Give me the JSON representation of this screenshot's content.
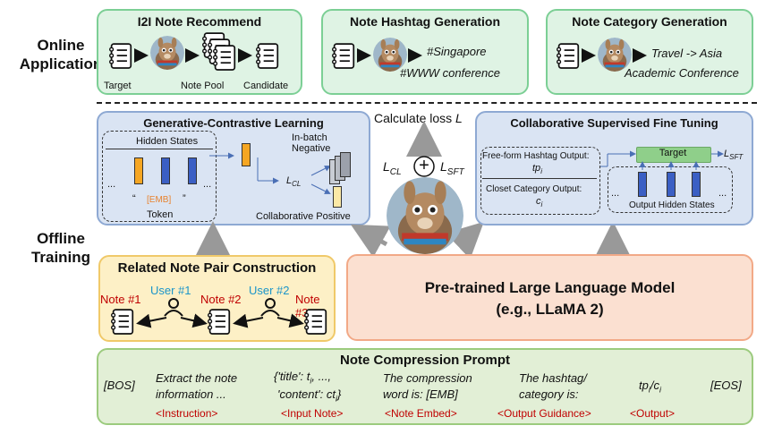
{
  "side_labels": {
    "online": "Online\nApplication",
    "offline": "Offline\nTraining"
  },
  "online_boxes": {
    "i2i": {
      "title": "I2I Note Recommend",
      "target": "Target",
      "pool": "Note Pool",
      "candidate": "Candidate"
    },
    "hashtag": {
      "title": "Note Hashtag Generation",
      "tag1": "#Singapore",
      "tag2": "#WWW conference"
    },
    "category": {
      "title": "Note Category Generation",
      "line1": "Travel -> Asia",
      "line2": "Academic Conference"
    }
  },
  "gcl": {
    "title": "Generative-Contrastive Learning",
    "hidden_states": "Hidden States",
    "in_batch_negative": "In-batch Negative",
    "lcl": "L",
    "lcl_sub": "CL",
    "dots_left": "...",
    "dots_right": "...",
    "emb": "[EMB]",
    "quote_open": "“",
    "quote_close": "”",
    "token": "Token",
    "collab_positive": "Collaborative Positive"
  },
  "center": {
    "calc_loss": "Calculate loss ",
    "calc_loss_var": "L",
    "lcl": "L",
    "lcl_sub": "CL",
    "lsft": "L",
    "lsft_sub": "SFT",
    "plus": "+"
  },
  "csft": {
    "title": "Collaborative Supervised Fine Tuning",
    "freeform": "Free-form Hashtag Output:",
    "tp": "tp",
    "tp_sub": "i",
    "closet": "Closet Category Output:",
    "c": "c",
    "c_sub": "i",
    "target": "Target",
    "lsft": "L",
    "lsft_sub": "SFT",
    "dots_left": "...",
    "dots_right": "...",
    "output_hidden": "Output Hidden States"
  },
  "rnpc": {
    "title": "Related Note Pair Construction",
    "note1": "Note #1",
    "user1": "User #1",
    "note2": "Note #2",
    "user2": "User #2",
    "note3": "Note #3"
  },
  "llm": {
    "line1": "Pre-trained Large Language Model",
    "line2": "(e.g., LLaMA 2)"
  },
  "prompt": {
    "title": "Note Compression Prompt",
    "bos": "[BOS]",
    "extract1": "Extract the note",
    "extract2": "information ...",
    "input1": "{'title': t",
    "input1_sub": "i",
    "input1_end": ", ...,",
    "input2": "'content': ct",
    "input2_sub": "i",
    "input2_end": "}",
    "compress1": "The compression",
    "compress2": "word is: [EMB]",
    "guide1": "The hashtag/",
    "guide2": "category is:",
    "output": "tp",
    "output_sub": "i",
    "output_mid": "/c",
    "output_sub2": "i",
    "eos": "[EOS]",
    "tags": [
      "<Instruction>",
      "<Input Note>",
      "<Note Embed>",
      "<Output Guidance>",
      "<Output>"
    ]
  },
  "colors": {
    "green_border": "#7ccf95",
    "blue_border": "#8ea9d3",
    "embed_orange": "#f5a623",
    "embed_blue": "#3b5fc4",
    "red_text": "#c00000",
    "cyan_text": "#1b95c9"
  }
}
